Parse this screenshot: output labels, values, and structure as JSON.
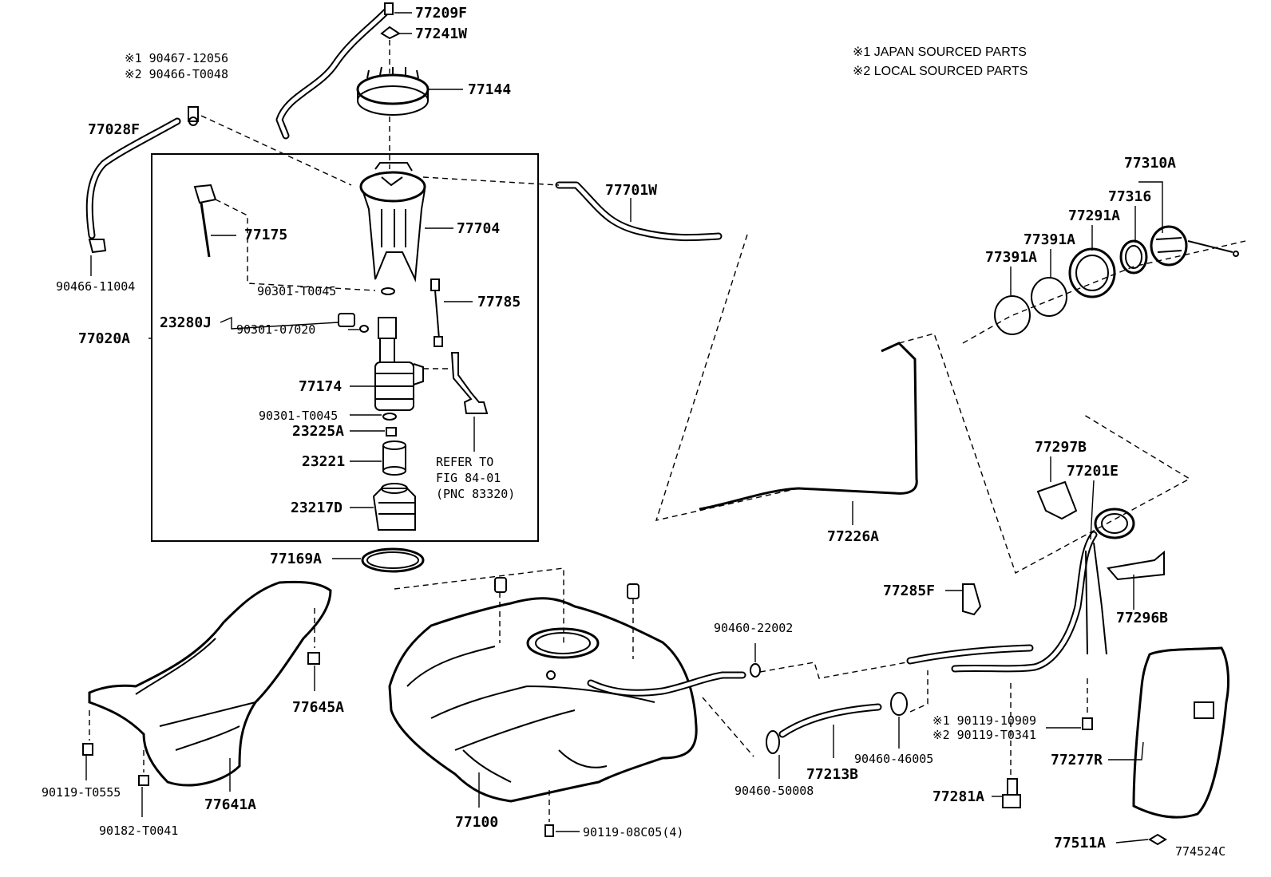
{
  "legend": [
    "※1 JAPAN SOURCED PARTS",
    "※2 LOCAL SOURCED PARTS"
  ],
  "figure_id": "774524C",
  "reference_note": [
    "REFER TO",
    "FIG 84-01",
    "(PNC 83320)"
  ],
  "parts": {
    "p77209F": "77209F",
    "p77241W": "77241W",
    "p77144": "77144",
    "p90467_12056": "※1 90467-12056",
    "p90466_T0048": "※2 90466-T0048",
    "p77028F": "77028F",
    "p90466_11004": "90466-11004",
    "p77175": "77175",
    "p77704": "77704",
    "p77701W": "77701W",
    "p90301_T0045_a": "90301-T0045",
    "p77785": "77785",
    "p23280J": "23280J",
    "p90301_07020": "90301-07020",
    "p77020A": "77020A",
    "p77174": "77174",
    "p90301_T0045_b": "90301-T0045",
    "p23225A": "23225A",
    "p23221": "23221",
    "p23217D": "23217D",
    "p77169A": "77169A",
    "p77645A": "77645A",
    "p90119_T0555": "90119-T0555",
    "p77641A": "77641A",
    "p90182_T0041": "90182-T0041",
    "p77100": "77100",
    "p90119_08C05": "90119-08C05(4)",
    "p90460_22002": "90460-22002",
    "p77213B": "77213B",
    "p90460_50008": "90460-50008",
    "p90460_46005": "90460-46005",
    "p77226A": "77226A",
    "p77285F": "77285F",
    "p90119_10909": "※1 90119-10909",
    "p90119_T0341": "※2 90119-T0341",
    "p77281A": "77281A",
    "p77277R": "77277R",
    "p77511A": "77511A",
    "p77297B": "77297B",
    "p77201E": "77201E",
    "p77296B": "77296B",
    "p77310A": "77310A",
    "p77316": "77316",
    "p77291A": "77291A",
    "p77391A_a": "77391A",
    "p77391A_b": "77391A"
  }
}
